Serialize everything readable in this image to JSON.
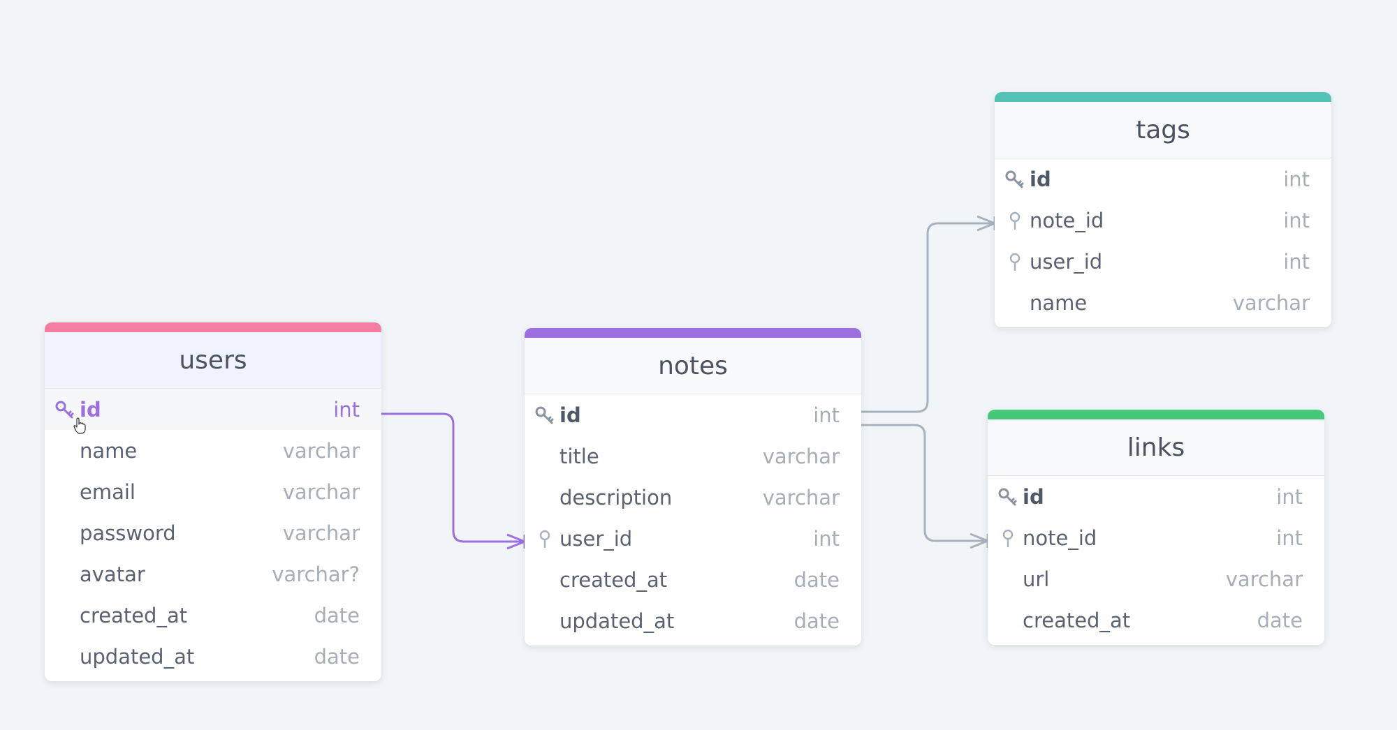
{
  "colors": {
    "background": "#f2f5f7",
    "users_accent": "#f47ea1",
    "notes_accent": "#9b6fe0",
    "tags_accent": "#52c2b6",
    "links_accent": "#45c87a",
    "relation_active": "#9b6fe0",
    "relation_default": "#a8b2bf"
  },
  "tables": {
    "users": {
      "title": "users",
      "columns": [
        {
          "name": "id",
          "type": "int",
          "key": "primary-key-icon"
        },
        {
          "name": "name",
          "type": "varchar"
        },
        {
          "name": "email",
          "type": "varchar"
        },
        {
          "name": "password",
          "type": "varchar"
        },
        {
          "name": "avatar",
          "type": "varchar?"
        },
        {
          "name": "created_at",
          "type": "date"
        },
        {
          "name": "updated_at",
          "type": "date"
        }
      ]
    },
    "notes": {
      "title": "notes",
      "columns": [
        {
          "name": "id",
          "type": "int",
          "key": "primary-key-icon"
        },
        {
          "name": "title",
          "type": "varchar"
        },
        {
          "name": "description",
          "type": "varchar"
        },
        {
          "name": "user_id",
          "type": "int",
          "key": "foreign-key-icon"
        },
        {
          "name": "created_at",
          "type": "date"
        },
        {
          "name": "updated_at",
          "type": "date"
        }
      ]
    },
    "tags": {
      "title": "tags",
      "columns": [
        {
          "name": "id",
          "type": "int",
          "key": "primary-key-icon"
        },
        {
          "name": "note_id",
          "type": "int",
          "key": "foreign-key-icon"
        },
        {
          "name": "user_id",
          "type": "int",
          "key": "foreign-key-icon"
        },
        {
          "name": "name",
          "type": "varchar"
        }
      ]
    },
    "links": {
      "title": "links",
      "columns": [
        {
          "name": "id",
          "type": "int",
          "key": "primary-key-icon"
        },
        {
          "name": "note_id",
          "type": "int",
          "key": "foreign-key-icon"
        },
        {
          "name": "url",
          "type": "varchar"
        },
        {
          "name": "created_at",
          "type": "date"
        }
      ]
    }
  },
  "relations": [
    {
      "from": "users.id",
      "to": "notes.user_id",
      "active": true
    },
    {
      "from": "notes.id",
      "to": "tags.note_id",
      "active": false
    },
    {
      "from": "notes.id",
      "to": "links.note_id",
      "active": false
    }
  ]
}
